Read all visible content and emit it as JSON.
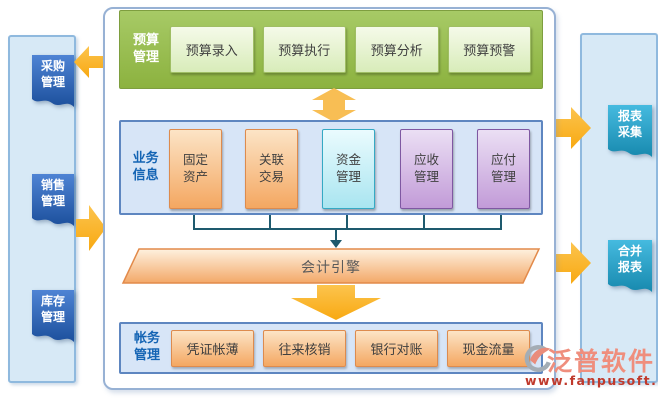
{
  "colors": {
    "accent_gold": "#FBB117",
    "green_header": "#94BA4C",
    "panel_fill": "#D7E9F6",
    "section_fill": "#D7E5F7",
    "section_label_blue": "#1464B4",
    "orange_box": "#F4A761",
    "cyan_box": "#A9E5F0",
    "purple_box": "#C29BD8",
    "ribbon_blue": "#2C63B5",
    "ribbon_teal": "#2BA4C8",
    "connector_teal": "#1E5A6E",
    "logo_salmon": "#EF8E7D",
    "logo_red": "#C0392B"
  },
  "left_panel": {
    "items": [
      {
        "label": "采购管理"
      },
      {
        "label": "销售管理"
      },
      {
        "label": "库存管理"
      }
    ]
  },
  "right_panel": {
    "items": [
      {
        "label": "报表采集"
      },
      {
        "label": "合并报表"
      }
    ]
  },
  "budget_section": {
    "label": "预算管理",
    "buttons": [
      {
        "label": "预算录入"
      },
      {
        "label": "预算执行"
      },
      {
        "label": "预算分析"
      },
      {
        "label": "预算预警"
      }
    ]
  },
  "business_section": {
    "label": "业务信息",
    "boxes": [
      {
        "label": "固定资产",
        "style": "orange"
      },
      {
        "label": "关联交易",
        "style": "orange"
      },
      {
        "label": "资金管理",
        "style": "cyan"
      },
      {
        "label": "应收管理",
        "style": "purple"
      },
      {
        "label": "应付管理",
        "style": "purple"
      }
    ]
  },
  "engine": {
    "label": "会计引擎"
  },
  "ledger_section": {
    "label": "帐务管理",
    "buttons": [
      {
        "label": "凭证帐薄"
      },
      {
        "label": "往来核销"
      },
      {
        "label": "银行对账"
      },
      {
        "label": "现金流量"
      }
    ]
  },
  "logo": {
    "brand": "泛普软件",
    "website": "www.fanpusoft.com"
  }
}
